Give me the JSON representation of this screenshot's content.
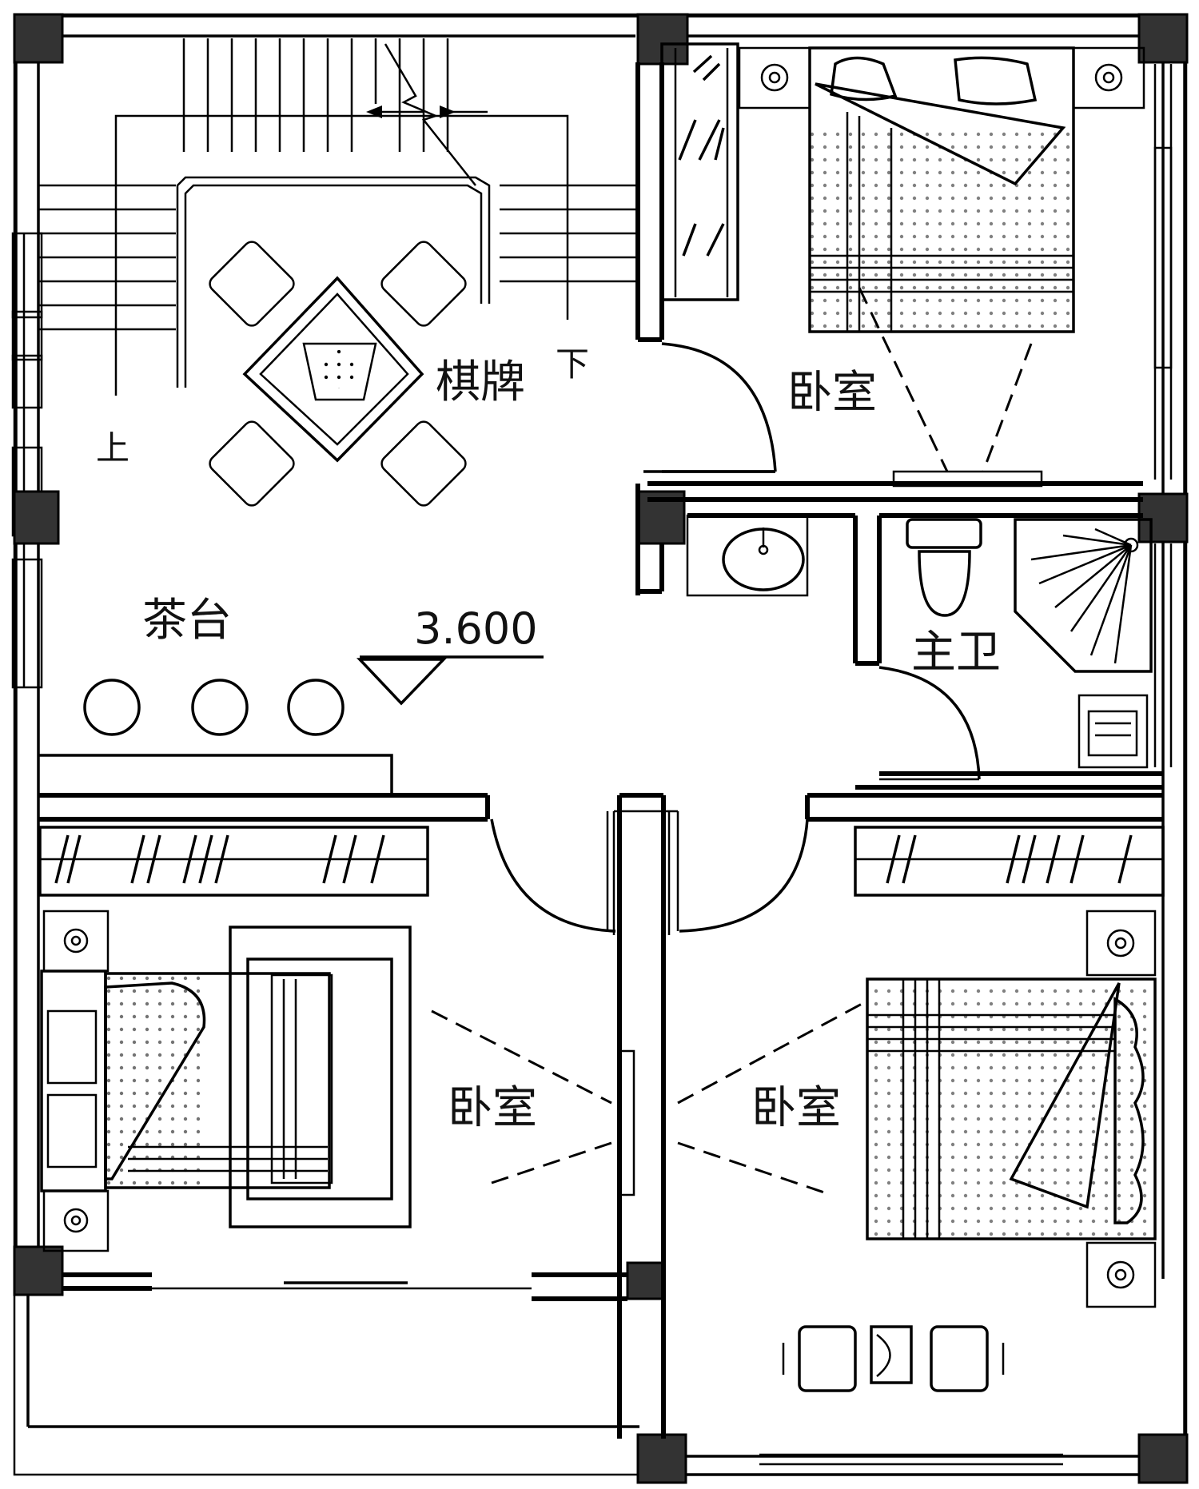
{
  "labels": {
    "chess_room": "棋牌",
    "stair_down": "下",
    "stair_up": "上",
    "tea_bar": "茶台",
    "elevation": "3.600",
    "bedroom_top": "卧室",
    "master_bath": "主卫",
    "bedroom_left": "卧室",
    "bedroom_right": "卧室"
  }
}
